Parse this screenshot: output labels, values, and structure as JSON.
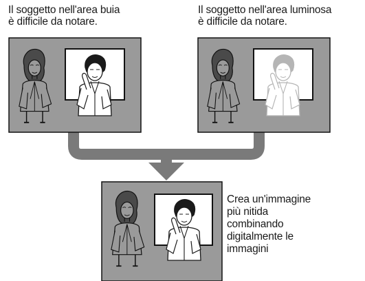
{
  "captions": {
    "dark_area": [
      "Il soggetto nell'area buia",
      "è difficile da notare."
    ],
    "bright_area": [
      "Il soggetto nell'area luminosa",
      "è difficile da notare."
    ],
    "result": [
      "Crea un'immagine",
      "più nitida",
      "combinando",
      "digitalmente le",
      "immagini"
    ]
  },
  "colors": {
    "panel_bg": "#9a9a9a",
    "arrow": "#7a7a7a",
    "frame": "#1a1a1a",
    "figure_fill": "#9a9a9a"
  }
}
